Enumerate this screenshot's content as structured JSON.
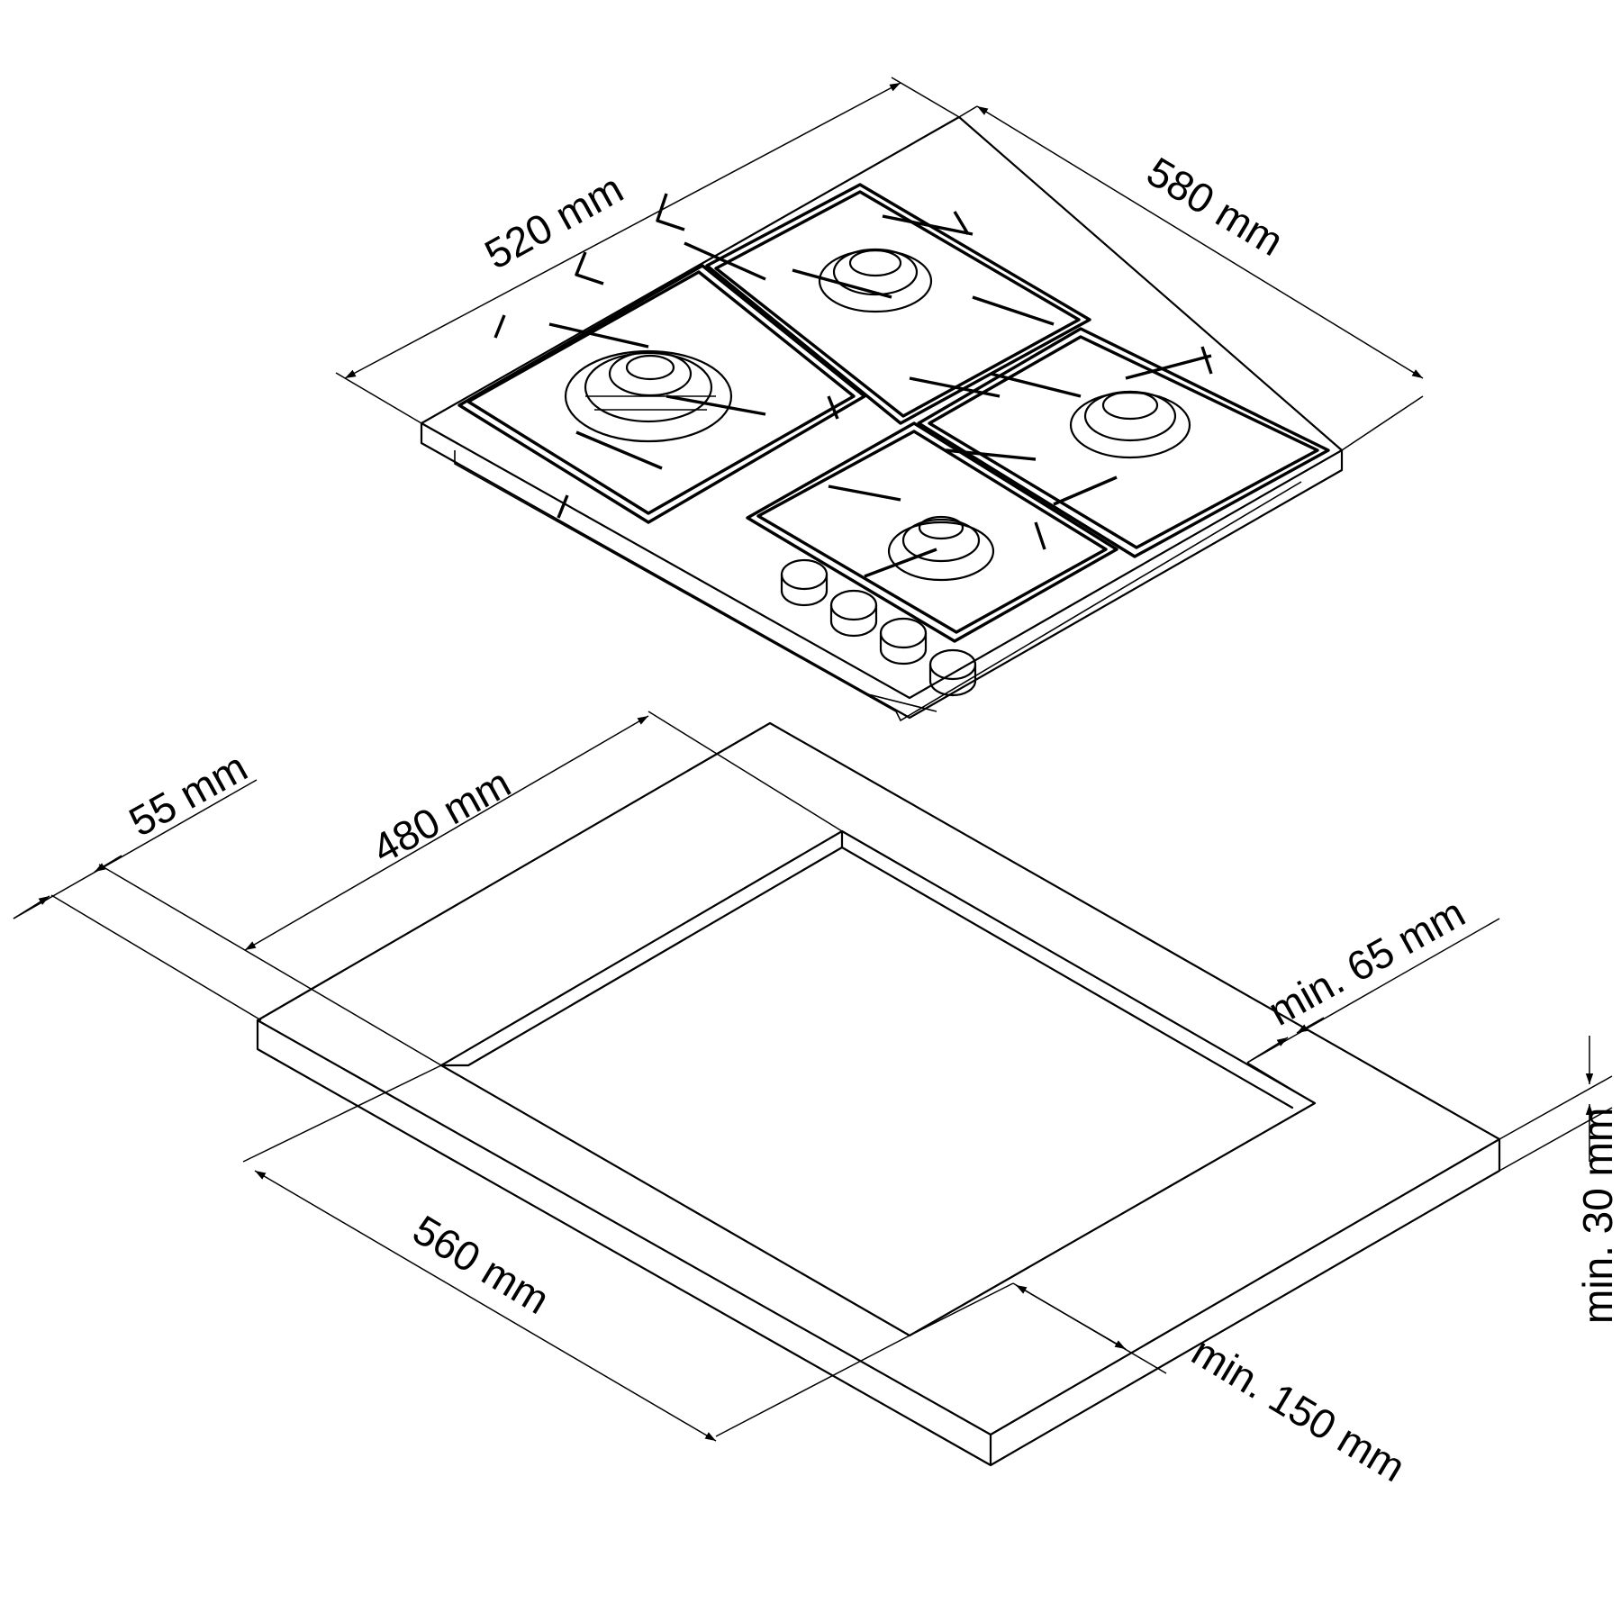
{
  "labels": {
    "hob_width": "520 mm",
    "hob_depth": "580 mm",
    "rear_clearance": "55 mm",
    "cutout_depth": "480 mm",
    "side_clearance": "min. 65 mm",
    "worktop_thickness": "min. 30 mm",
    "cutout_width": "560 mm",
    "front_clearance": "min. 150 mm"
  },
  "colors": {
    "line": "#000000",
    "background": "#ffffff"
  }
}
